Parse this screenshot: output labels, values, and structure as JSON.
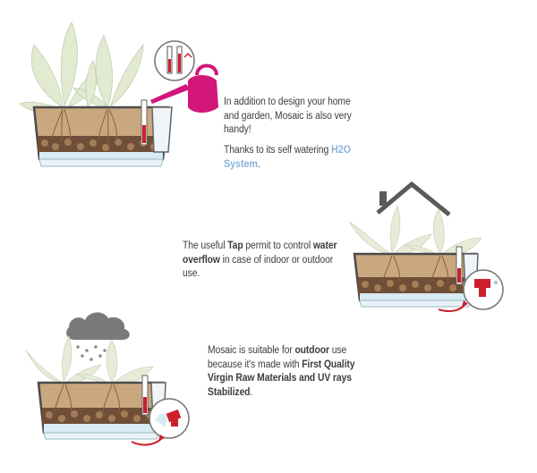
{
  "sections": [
    {
      "illustration": "planter-watering-can",
      "paragraphs": [
        [
          {
            "text": "In addition to design your home and garden, Mosaic is also very handy!",
            "bold": false
          }
        ],
        [
          {
            "text": "Thanks to its self watering ",
            "bold": false
          },
          {
            "text": "H2O System",
            "bold": true,
            "accent": true
          },
          {
            "text": ".",
            "bold": false
          }
        ]
      ]
    },
    {
      "illustration": "planter-house-roof-tap",
      "paragraphs": [
        [
          {
            "text": "The useful ",
            "bold": false
          },
          {
            "text": "Tap",
            "bold": true
          },
          {
            "text": " permit to control ",
            "bold": false
          },
          {
            "text": "water overflow",
            "bold": true
          },
          {
            "text": " in case of indoor or outdoor use.",
            "bold": false
          }
        ]
      ]
    },
    {
      "illustration": "planter-rain-cloud-tap",
      "paragraphs": [
        [
          {
            "text": "Mosaic is suitable for ",
            "bold": false
          },
          {
            "text": "outdoor",
            "bold": true
          },
          {
            "text": " use because it's made with ",
            "bold": false
          },
          {
            "text": "First Quality Virgin Raw Materials and UV rays Stabilized",
            "bold": true
          },
          {
            "text": ".",
            "bold": false
          }
        ]
      ]
    }
  ],
  "colors": {
    "text": "#3d3d3d",
    "accent_h2o": "#8ab4d8",
    "soil": "#c4a27c",
    "pebbles": "#6a4a33",
    "planter_wall": "#4a4a4a",
    "water": "#d9ebf5",
    "watering_can": "#d2167a",
    "tap_red": "#cc1f2b",
    "cloud": "#7a7a7a",
    "roof": "#5a5a5a",
    "leaf": "#dfe6cf"
  },
  "icons": [
    "watering-can-icon",
    "water-gauge-icon",
    "house-roof-icon",
    "rain-cloud-icon",
    "tap-icon",
    "overflow-arrow-icon"
  ]
}
